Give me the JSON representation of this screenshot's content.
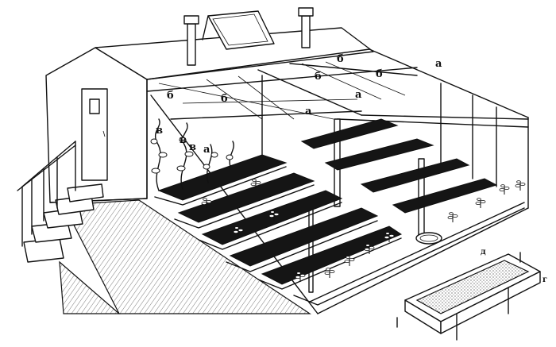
{
  "labels": {
    "a_glass_panels": "а",
    "b_trellis_wires": "б",
    "v_climbing_plants": "в",
    "g_side_label": "г",
    "d_box_label": "д"
  },
  "icons": {
    "chimney": "chimney-icon",
    "plant": "plant-icon"
  },
  "colors": {
    "ink": "#111111",
    "paper": "#ffffff"
  }
}
